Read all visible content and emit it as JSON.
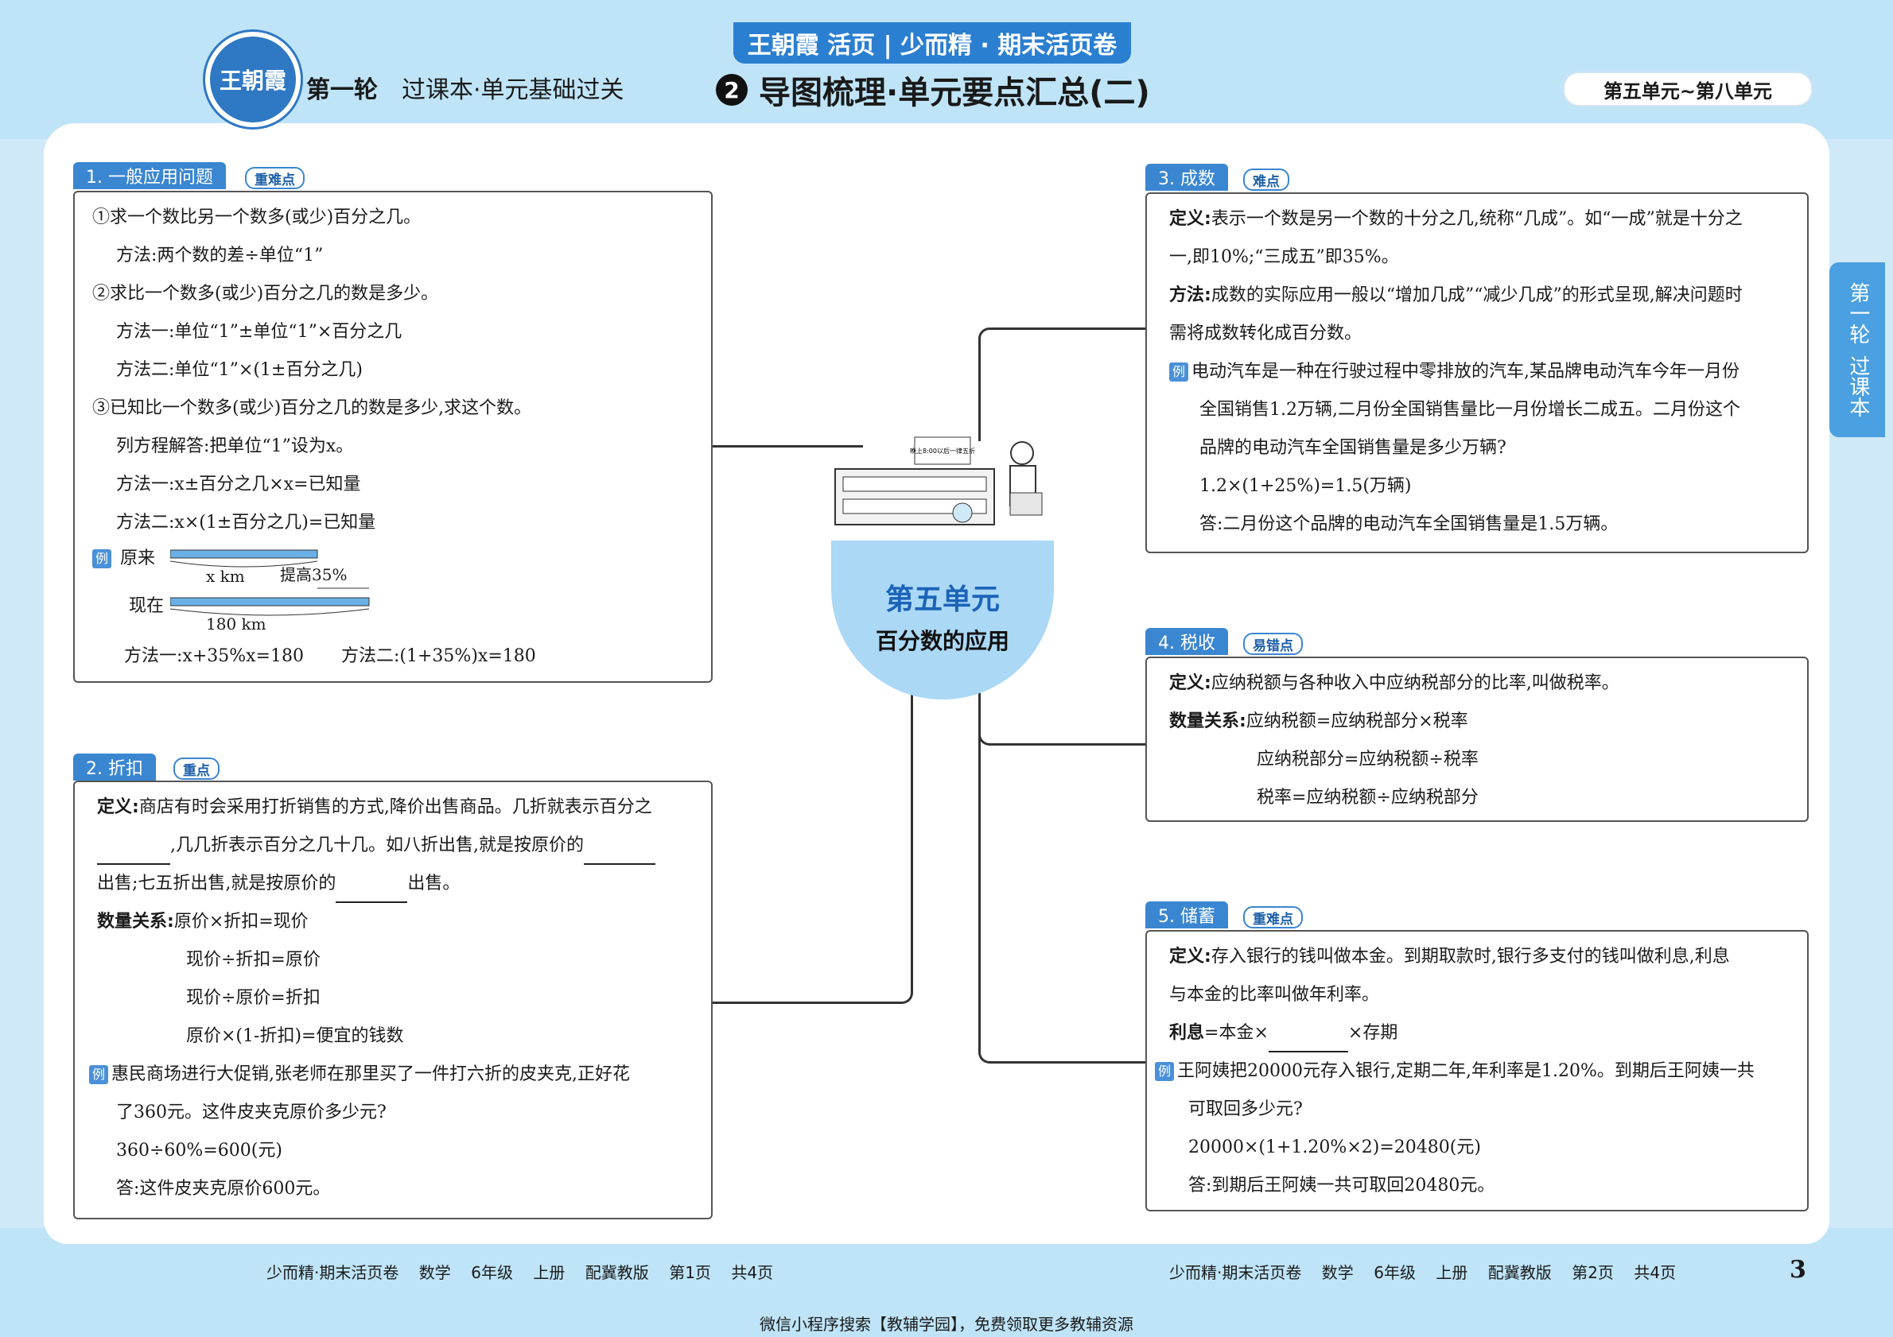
{
  "header": {
    "logo_text": "王朝霞",
    "round": "第一轮",
    "round_sub": "过课本·单元基础过关",
    "brand": "王朝霞 活页 | 少而精 · 期末活页卷",
    "section_num": "2",
    "section_title": "导图梳理·单元要点汇总(二)",
    "unit_range": "第五单元~第八单元"
  },
  "side_tab": {
    "line1": "第一轮",
    "line2": "过课本"
  },
  "center": {
    "sign": "晚上8:00以后一律五折",
    "unit": "第五单元",
    "topic": "百分数的应用"
  },
  "box1": {
    "tag": "1. 一般应用问题",
    "badge": "重难点",
    "lines": [
      "①求一个数比另一个数多(或少)百分之几。",
      "方法:两个数的差÷单位“1”",
      "②求比一个数多(或少)百分之几的数是多少。",
      "方法一:单位“1”±单位“1”×百分之几",
      "方法二:单位“1”×(1±百分之几)",
      "③已知比一个数多(或少)百分之几的数是多少,求这个数。",
      "列方程解答:把单位“1”设为x。",
      "方法一:x±百分之几×x=已知量",
      "方法二:x×(1±百分之几)=已知量"
    ],
    "ex_label": "例",
    "diagram_original": "原来",
    "diagram_x": "x km",
    "diagram_increase": "提高35%",
    "diagram_now": "现在",
    "diagram_180": "180 km",
    "method1": "方法一:x+35%x=180",
    "method2": "方法二:(1+35%)x=180"
  },
  "box2": {
    "tag": "2. 折扣",
    "badge": "重点",
    "def_label": "定义:",
    "def_a": "商店有时会采用打折销售的方式,降价出售商品。几折就表示百分之",
    "def_b": ",几几折表示百分之几十几。如八折出售,就是按原价的",
    "def_c": "出售;七五折出售,就是按原价的",
    "def_d": "出售。",
    "rel_label": "数量关系:",
    "rel1": "原价×折扣=现价",
    "rel2": "现价÷折扣=原价",
    "rel3": "现价÷原价=折扣",
    "rel4": "原价×(1-折扣)=便宜的钱数",
    "ex_label": "例",
    "ex1": "惠民商场进行大促销,张老师在那里买了一件打六折的皮夹克,正好花",
    "ex2": "了360元。这件皮夹克原价多少元?",
    "ex3": "360÷60%=600(元)",
    "ex4": "答:这件皮夹克原价600元。"
  },
  "box3": {
    "tag": "3. 成数",
    "badge": "难点",
    "def_label": "定义:",
    "def1": "表示一个数是另一个数的十分之几,统称“几成”。如“一成”就是十分之",
    "def2": "一,即10%;“三成五”即35%。",
    "method_label": "方法:",
    "method1": "成数的实际应用一般以“增加几成”“减少几成”的形式呈现,解决问题时",
    "method2": "需将成数转化成百分数。",
    "ex_label": "例",
    "ex1": "电动汽车是一种在行驶过程中零排放的汽车,某品牌电动汽车今年一月份",
    "ex2": "全国销售1.2万辆,二月份全国销售量比一月份增长二成五。二月份这个",
    "ex3": "品牌的电动汽车全国销售量是多少万辆?",
    "ex4": "1.2×(1+25%)=1.5(万辆)",
    "ex5": "答:二月份这个品牌的电动汽车全国销售量是1.5万辆。"
  },
  "box4": {
    "tag": "4. 税收",
    "badge": "易错点",
    "def_label": "定义:",
    "def1": "应纳税额与各种收入中应纳税部分的比率,叫做税率。",
    "rel_label": "数量关系:",
    "rel1": "应纳税额=应纳税部分×税率",
    "rel2": "应纳税部分=应纳税额÷税率",
    "rel3": "税率=应纳税额÷应纳税部分"
  },
  "box5": {
    "tag": "5. 储蓄",
    "badge": "重难点",
    "def_label": "定义:",
    "def1": "存入银行的钱叫做本金。到期取款时,银行多支付的钱叫做利息,利息",
    "def2": "与本金的比率叫做年利率。",
    "interest_label": "利息",
    "interest_a": "=本金×",
    "interest_b": "×存期",
    "ex_label": "例",
    "ex1": "王阿姨把20000元存入银行,定期二年,年利率是1.20%。到期后王阿姨一共",
    "ex2": "可取回多少元?",
    "ex3": "20000×(1+1.20%×2)=20480(元)",
    "ex4": "答:到期后王阿姨一共可取回20480元。"
  },
  "footer": {
    "left": "少而精·期末活页卷    数学    6年级    上册    配冀教版    第1页    共4页",
    "right": "少而精·期末活页卷    数学    6年级    上册    配冀教版    第2页    共4页",
    "page_number": "3",
    "note": "微信小程序搜索【教辅学园】，免费领取更多教辅资源"
  }
}
